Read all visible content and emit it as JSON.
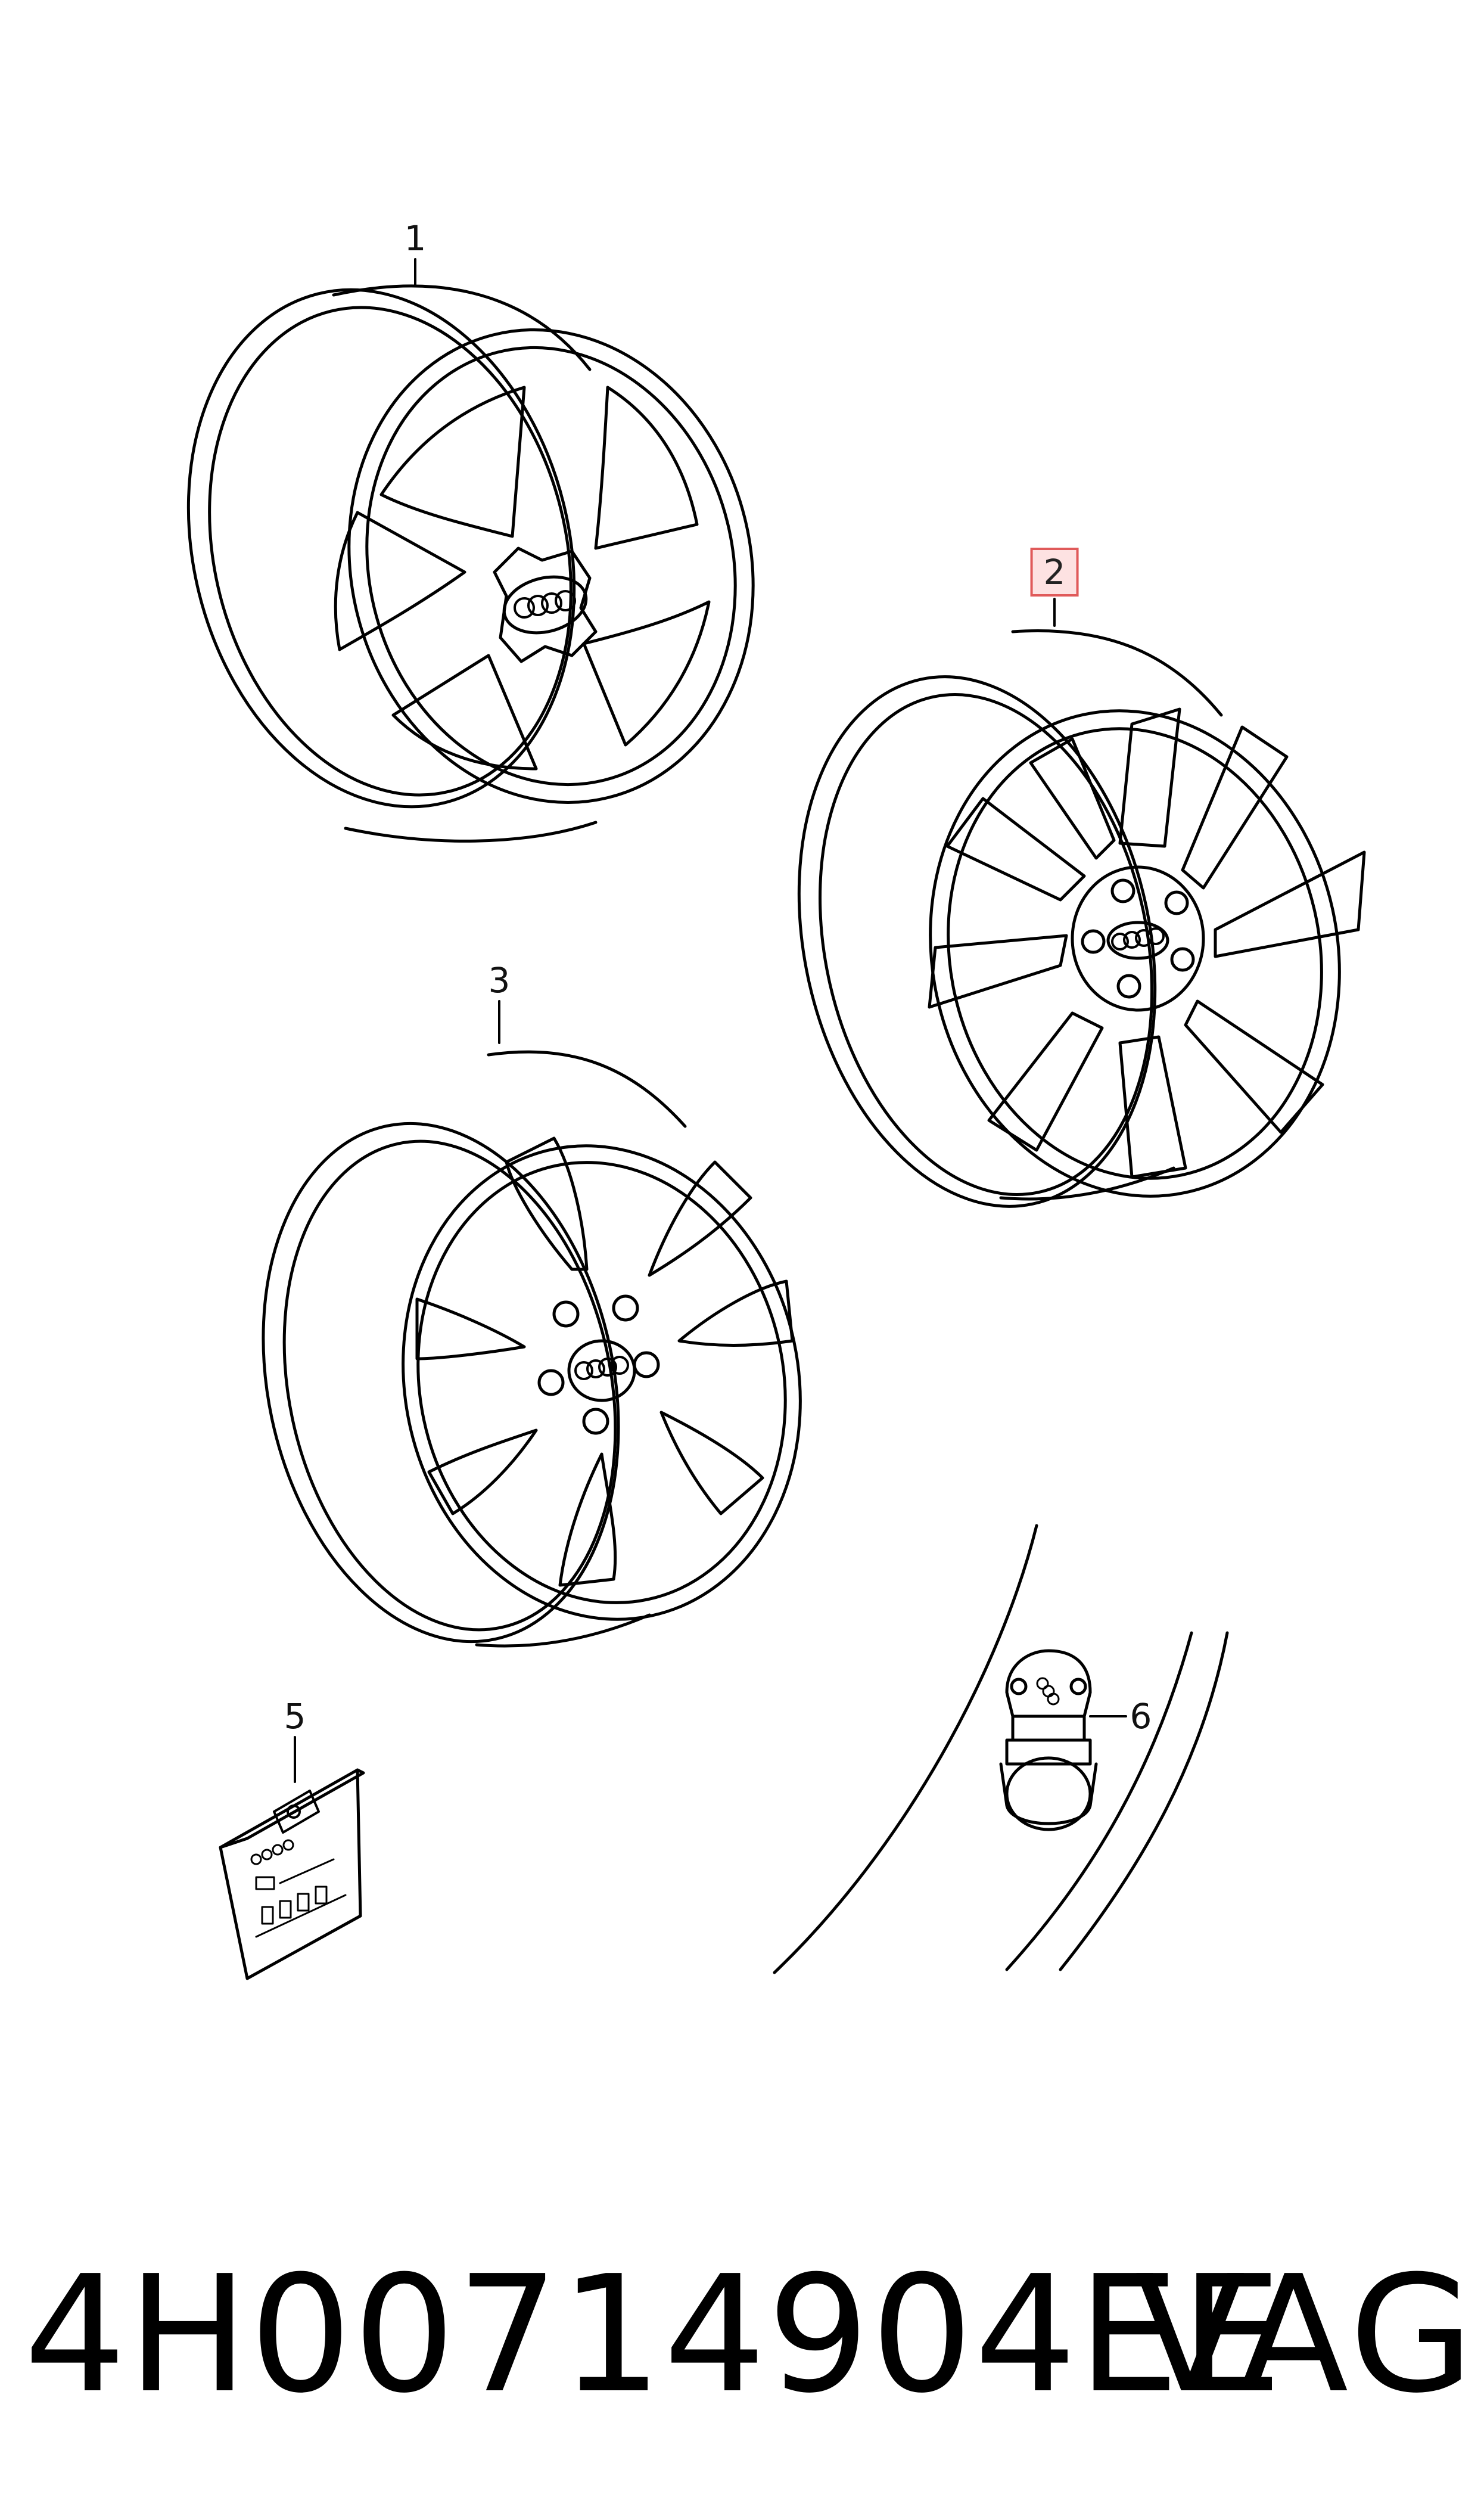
{
  "diagram": {
    "callouts": [
      {
        "id": "1",
        "label": "1"
      },
      {
        "id": "2",
        "label": "2",
        "highlighted": true
      },
      {
        "id": "3",
        "label": "3"
      },
      {
        "id": "5",
        "label": "5"
      },
      {
        "id": "6",
        "label": "6"
      }
    ],
    "parts": [
      {
        "callout": "1",
        "icon": "five-spoke-wheel-icon"
      },
      {
        "callout": "2",
        "icon": "ten-spoke-wheel-icon"
      },
      {
        "callout": "3",
        "icon": "seven-spoke-wheel-icon"
      },
      {
        "callout": "5",
        "icon": "wheel-bolt-package-icon"
      },
      {
        "callout": "6",
        "icon": "valve-cap-icon"
      }
    ],
    "highlight_color": "#e05a5a"
  },
  "footer": {
    "part_number": "4H00714904EE",
    "brand": "VAG"
  }
}
